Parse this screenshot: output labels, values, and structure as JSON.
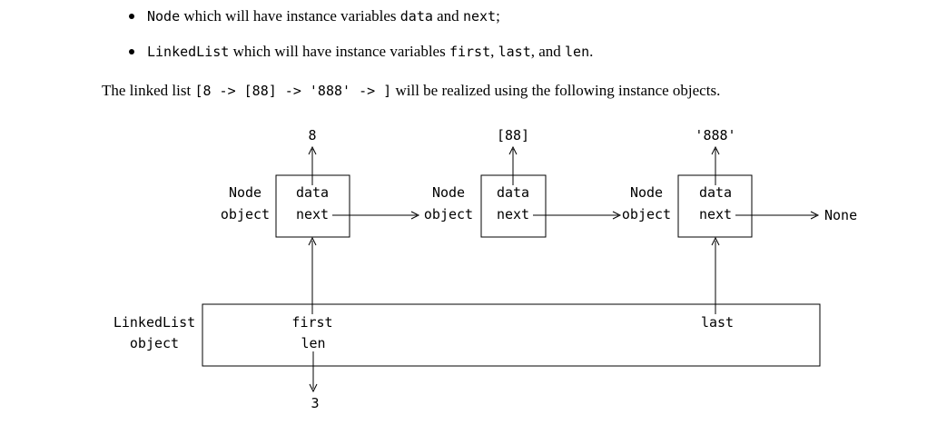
{
  "page": {
    "background": "#ffffff",
    "text_color": "#000000",
    "line_color": "#000000"
  },
  "content": {
    "bullets": [
      {
        "segments": [
          "Node",
          " which will have instance variables ",
          "data",
          " and ",
          "next",
          ";"
        ]
      },
      {
        "segments": [
          "LinkedList",
          " which will have instance variables ",
          "first",
          ", ",
          "last",
          ", and ",
          "len",
          "."
        ]
      }
    ],
    "intro_segments": [
      "The linked list ",
      "[8 -> [88] -> '888' -> ]",
      " will be realized using the following instance objects."
    ]
  },
  "diagram": {
    "node_label": [
      "Node",
      "object"
    ],
    "fields": [
      "data",
      "next"
    ],
    "values": [
      "8",
      "[88]",
      "'888'"
    ],
    "none_label": "None",
    "list_label": [
      "LinkedList",
      "object"
    ],
    "first_field": "first",
    "len_field": "len",
    "last_field": "last",
    "len_value": "3"
  }
}
